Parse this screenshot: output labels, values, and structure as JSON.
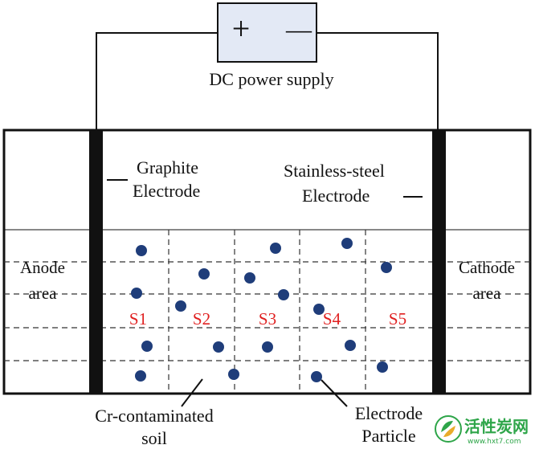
{
  "power_supply": {
    "label": "DC power supply",
    "plus": "+",
    "minus": "—"
  },
  "graphite": {
    "line1": "Graphite",
    "line2": "Electrode"
  },
  "stainless": {
    "line1": "Stainless-steel",
    "line2": "Electrode"
  },
  "anode": {
    "line1": "Anode",
    "line2": "area"
  },
  "cathode": {
    "line1": "Cathode",
    "line2": "area"
  },
  "sections": [
    "S1",
    "S2",
    "S3",
    "S4",
    "S5"
  ],
  "soil": {
    "line1": "Cr-contaminated",
    "line2": "soil"
  },
  "particle": {
    "line1": "Electrode",
    "line2": "Particle"
  },
  "watermark": {
    "name": "活性炭网",
    "url": "www.hxt7.com"
  },
  "colors": {
    "battery_fill": "#e3e9f5",
    "particle": "#1f3d7a",
    "section_label": "#e02020",
    "outline": "#111111",
    "watermark_green": "#1d9e3a"
  }
}
